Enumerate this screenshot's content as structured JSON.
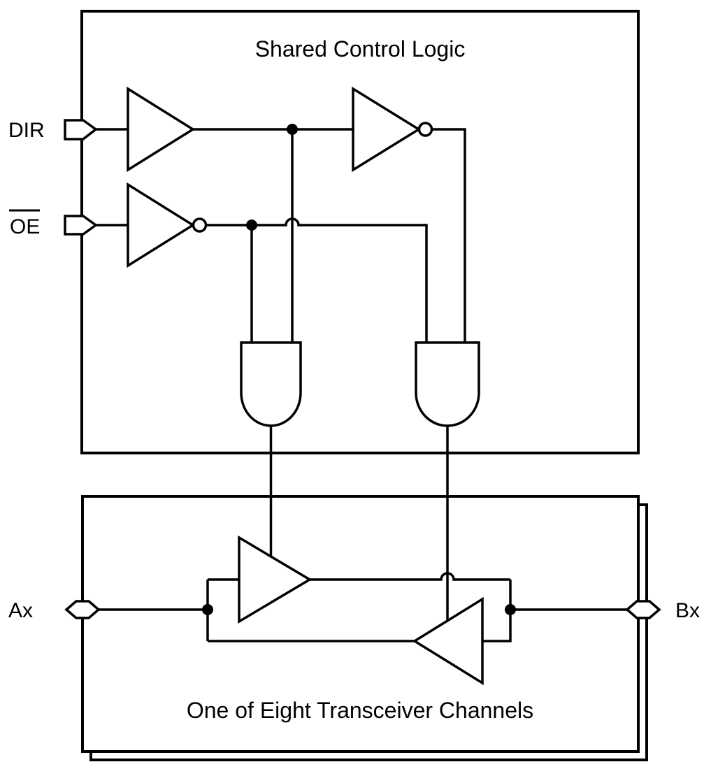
{
  "diagram": {
    "top_section": {
      "title": "Shared Control Logic"
    },
    "bottom_section": {
      "title": "One of Eight Transceiver Channels"
    },
    "pins": {
      "dir": {
        "label": "DIR"
      },
      "oe": {
        "label": "OE",
        "overline": true
      },
      "ax": {
        "label": "Ax"
      },
      "bx": {
        "label": "Bx"
      }
    },
    "colors": {
      "line": "#000000",
      "background": "#ffffff"
    }
  }
}
